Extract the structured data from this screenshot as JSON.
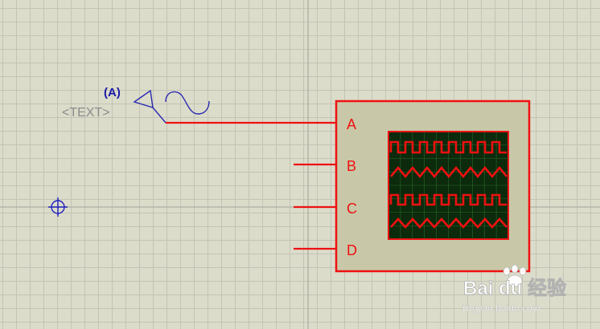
{
  "generator": {
    "label": "(A)",
    "text_placeholder": "<TEXT>",
    "label_color": "#1a1aa8",
    "text_color": "#8a8a8a",
    "symbol_color": "#2b2bb0"
  },
  "oscilloscope": {
    "channels": [
      "A",
      "B",
      "C",
      "D"
    ],
    "body_fill": "#c8c8a8",
    "border_color": "#ee1111",
    "screen_fill": "#0c2a0c",
    "trace_color": "#ee1111"
  },
  "origin_marker_color": "#2020c0",
  "watermark": {
    "brand": "Bai du 经验",
    "url": "jingyan.baidu.com"
  }
}
